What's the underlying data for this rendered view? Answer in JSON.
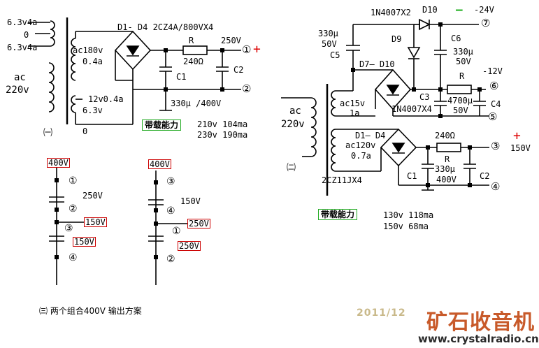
{
  "left": {
    "tap1": "6.3v4a",
    "tap0": "0",
    "tap2": "6.3v4a",
    "prim_ac": "ac",
    "prim_v": "220v",
    "sec_hv": "ac180v",
    "sec_hv_a": "0.4a",
    "sec_lv": "12v0.4a",
    "sec_lv2": "6.3v",
    "sec_zero": "0",
    "bridge": "D1- D4 2CZ4A/800VX4",
    "r": "R",
    "r_val": "240Ω",
    "out_v": "250V",
    "c1": "C1",
    "c2": "C2",
    "cap": "330μ /400V",
    "node1": "①",
    "node2": "②",
    "plus": "+",
    "section": "㈠",
    "load_label": "带载能力",
    "load1": "210v 104ma",
    "load2": "230v 190ma"
  },
  "right": {
    "diode_top": "1N4007X2",
    "d10": "D10",
    "minus": "—",
    "v24": "-24V",
    "node7": "⑦",
    "c5v": "330μ",
    "c5v2": "50V",
    "c5": "C5",
    "d9": "D9",
    "c6": "C6",
    "c6v": "330μ",
    "c6v2": "50V",
    "d7": "D7— D10",
    "r": "R",
    "v12": "-12V",
    "ac15": "ac15v",
    "ac15a": "1a",
    "c3": "C3",
    "node6": "⑥",
    "diode4": "1N4007X4",
    "c3v": "4700μ",
    "c3v2": "50V",
    "c4": "C4",
    "node5": "⑤",
    "prim_ac": "ac",
    "prim_v": "220v",
    "d14": "D1— D4",
    "r240": "240Ω",
    "ac120": "ac120v",
    "ac120a": "0.7a",
    "r2": "R",
    "node3": "③",
    "v150": "150V",
    "plus": "+",
    "section": "㈡",
    "c1": "C1",
    "c1v": "330μ",
    "c1v2": "400V",
    "c2": "C2",
    "bridge": "2CZ11JX4",
    "node4": "④",
    "load_label": "带载能力",
    "load1": "130v  118ma",
    "load2": "150v  68ma"
  },
  "combo": {
    "a_400": "400V",
    "a_n1": "①",
    "a_250": "250V",
    "a_n2": "②",
    "a_n3": "③",
    "a_150a": "150V",
    "a_150b": "150V",
    "a_n4": "④",
    "b_400": "400V",
    "b_n3": "③",
    "b_150": "150V",
    "b_n4": "④",
    "b_n1": "①",
    "b_250a": "250V",
    "b_250b": "250V",
    "b_n2": "②",
    "caption": "㈢  两个组合400V 输出方案"
  },
  "watermark": {
    "date": "2011/12",
    "brand": "矿石收音机",
    "url": "www.crystalradio.cn"
  }
}
